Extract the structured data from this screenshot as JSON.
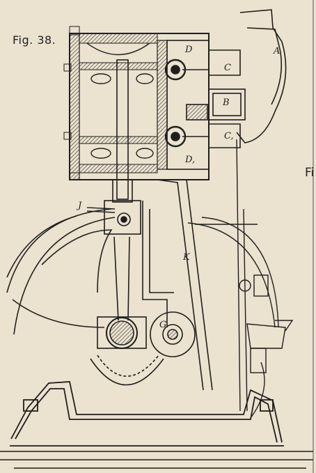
{
  "figure": {
    "caption": "Fig. 38.",
    "next_caption_fragment": "Fi"
  },
  "part_labels": {
    "A": "A",
    "B": "B",
    "C_upper": "C",
    "C_lower": "C,",
    "D_upper": "D",
    "D_lower": "D,",
    "G": "G",
    "J": "J",
    "K": "K"
  },
  "colors": {
    "paper": "#ebe2cf",
    "ink": "#1e1e1e",
    "hatch": "#3a3a3a",
    "light_line": "#555"
  }
}
